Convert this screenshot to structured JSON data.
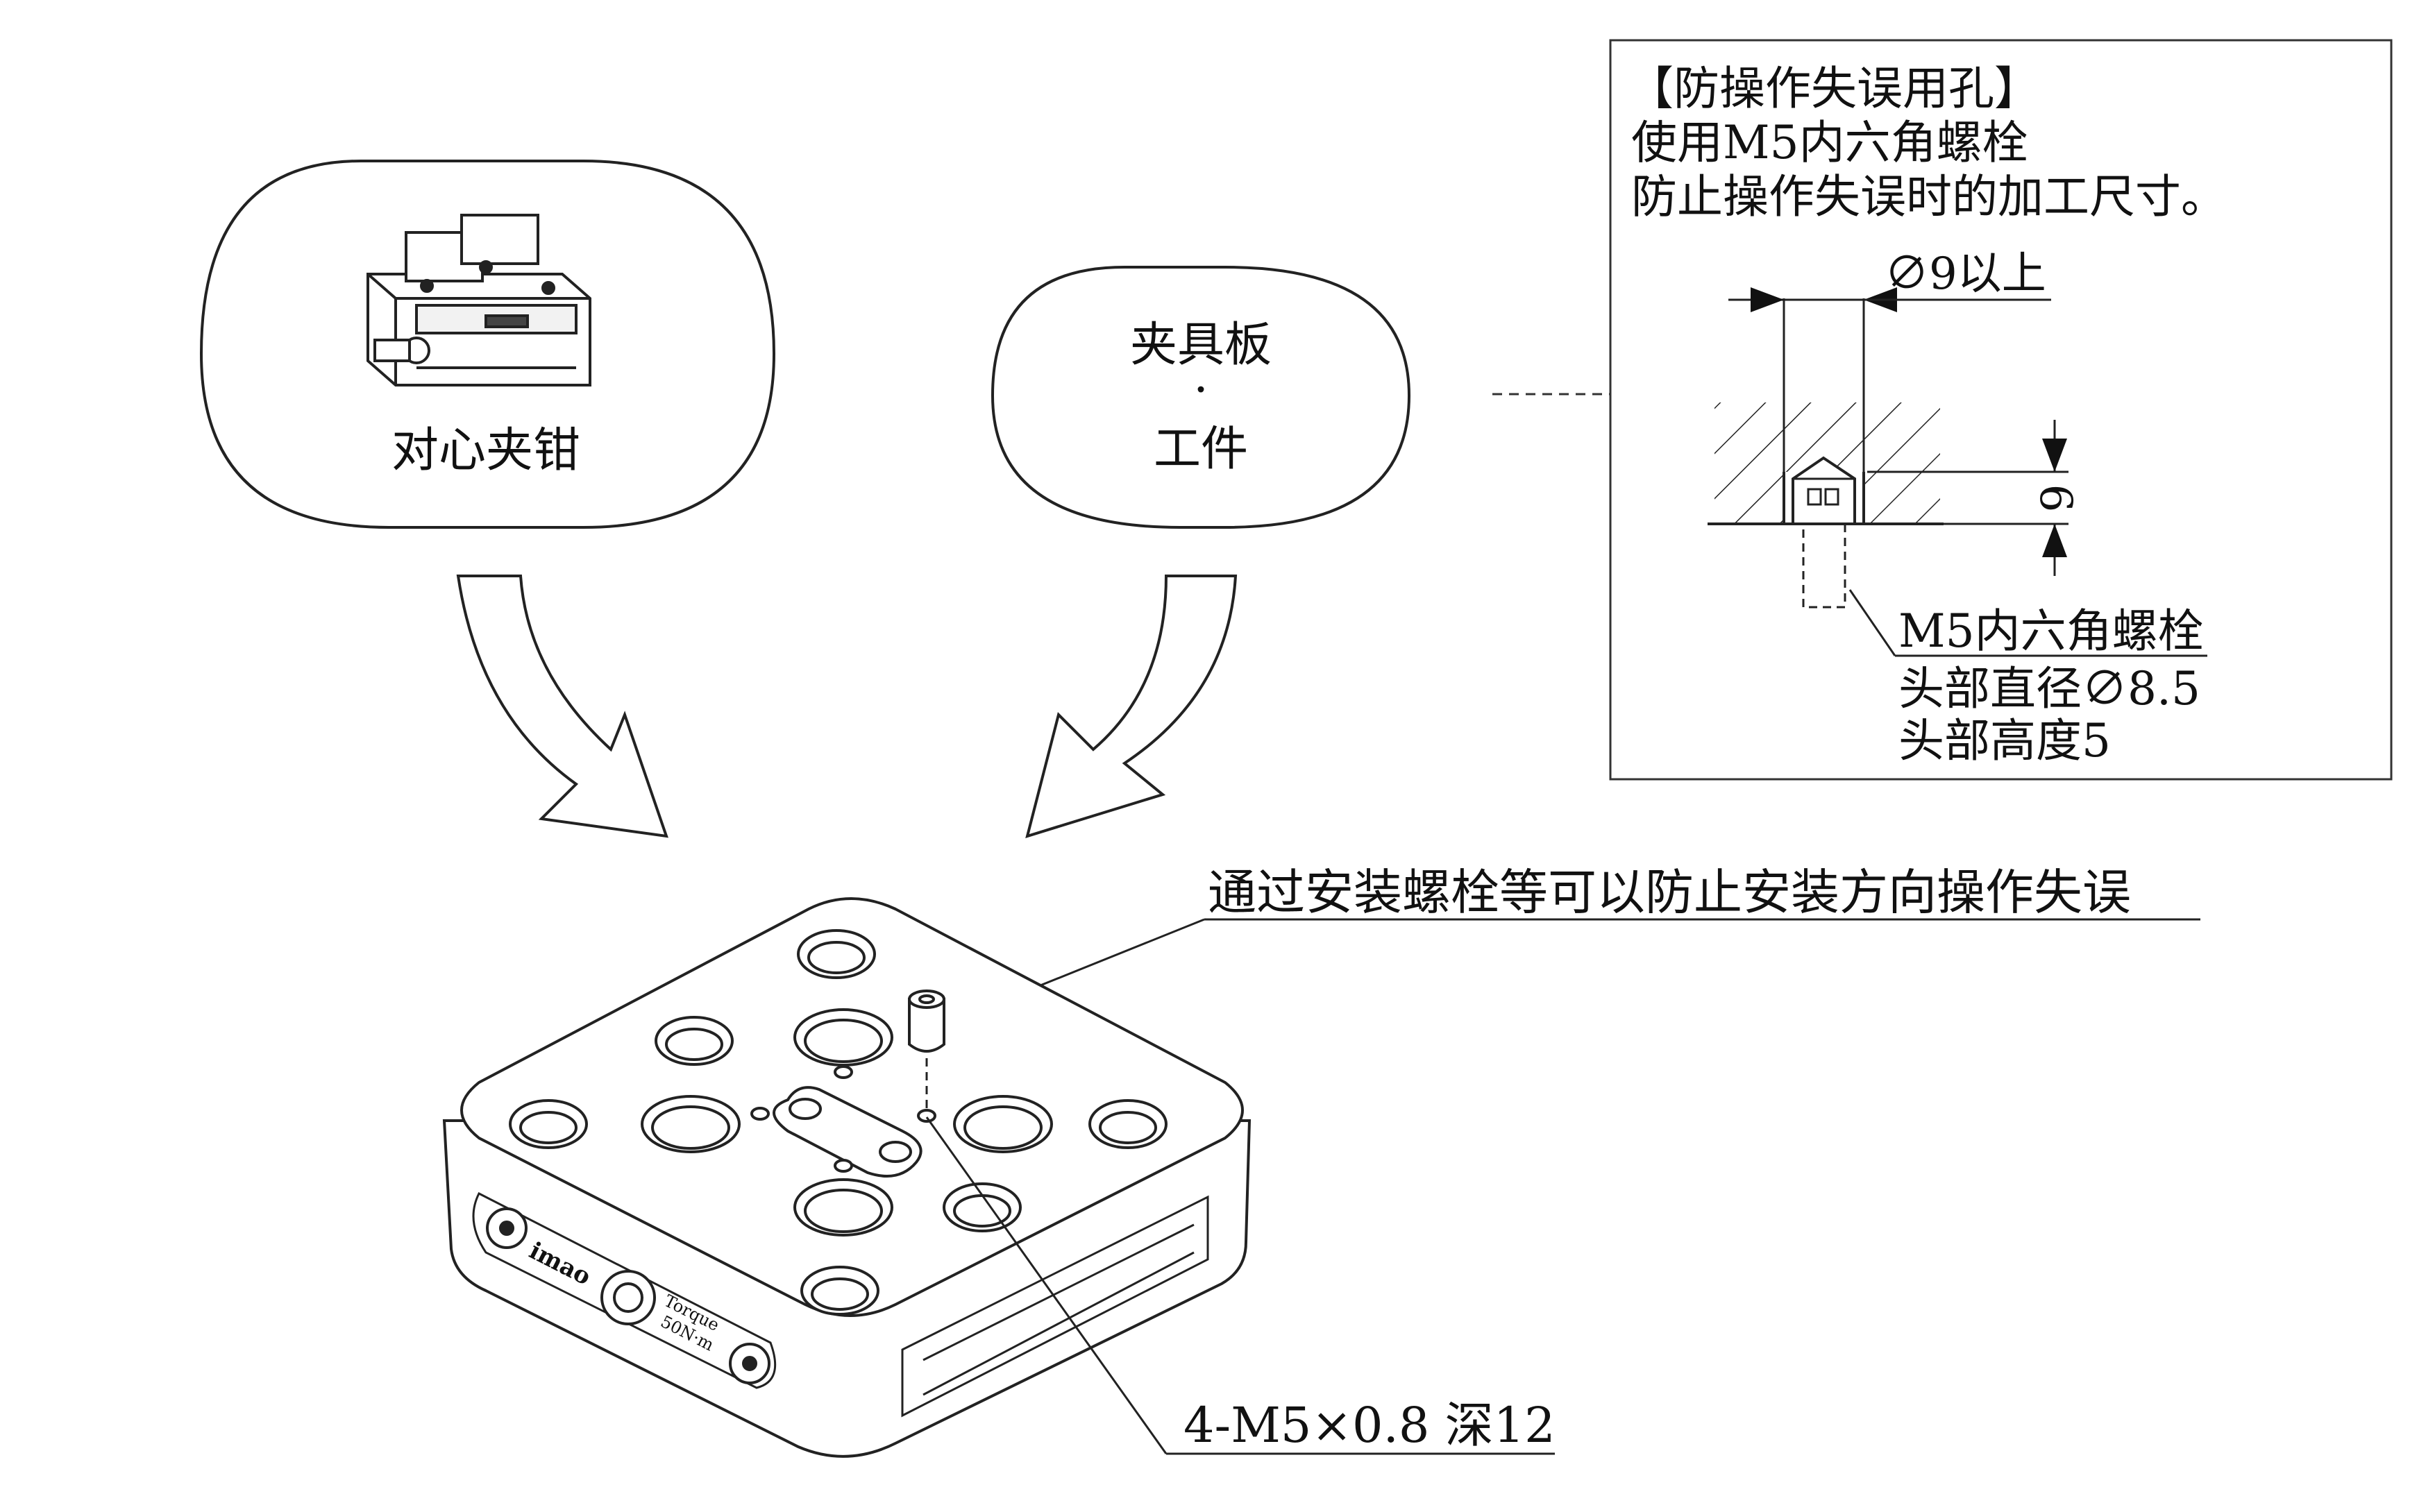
{
  "bubbles": {
    "vise_label": "对心夹钳",
    "plate_line1": "夹具板",
    "plate_dot": "·",
    "plate_line2": "工件"
  },
  "detail_box": {
    "title": "【防操作失误用孔】",
    "line1": "使用M5内六角螺栓",
    "line2": "防止操作失误时的加工尺寸。",
    "hole_dia": "∅9以上",
    "depth": "6",
    "bolt_name": "M5内六角螺栓",
    "head_dia": "头部直径∅8.5",
    "head_height": "头部高度5"
  },
  "callouts": {
    "top": "通过安装螺栓等可以防止安装方向操作失误",
    "bottom": "4-M5×0.8 深12"
  },
  "plate_marks": {
    "brand": "imao",
    "torque_line1": "Torque",
    "torque_line2": "50N·m"
  }
}
